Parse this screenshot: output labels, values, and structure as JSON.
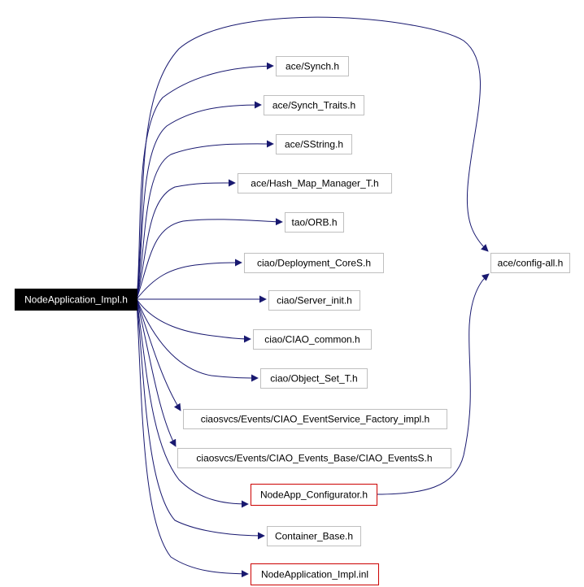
{
  "diagram": {
    "root": {
      "id": "root",
      "label": "NodeApplication_Impl.h",
      "style": "root"
    },
    "nodes": [
      {
        "id": "n1",
        "label": "ace/Synch.h",
        "style": "plain"
      },
      {
        "id": "n2",
        "label": "ace/Synch_Traits.h",
        "style": "plain"
      },
      {
        "id": "n3",
        "label": "ace/SString.h",
        "style": "plain"
      },
      {
        "id": "n4",
        "label": "ace/Hash_Map_Manager_T.h",
        "style": "plain"
      },
      {
        "id": "n5",
        "label": "tao/ORB.h",
        "style": "plain"
      },
      {
        "id": "n6",
        "label": "ciao/Deployment_CoreS.h",
        "style": "plain"
      },
      {
        "id": "n7",
        "label": "ciao/Server_init.h",
        "style": "plain"
      },
      {
        "id": "n8",
        "label": "ciao/CIAO_common.h",
        "style": "plain"
      },
      {
        "id": "n9",
        "label": "ciao/Object_Set_T.h",
        "style": "plain"
      },
      {
        "id": "n10",
        "label": "ciaosvcs/Events/CIAO_EventService_Factory_impl.h",
        "style": "plain"
      },
      {
        "id": "n11",
        "label": "ciaosvcs/Events/CIAO_Events_Base/CIAO_EventsS.h",
        "style": "plain"
      },
      {
        "id": "n12",
        "label": "NodeApp_Configurator.h",
        "style": "linked"
      },
      {
        "id": "n13",
        "label": "Container_Base.h",
        "style": "plain"
      },
      {
        "id": "n14",
        "label": "NodeApplication_Impl.inl",
        "style": "linked"
      },
      {
        "id": "n15",
        "label": "ace/config-all.h",
        "style": "plain"
      }
    ],
    "edges": [
      {
        "from": "root",
        "to": "n1"
      },
      {
        "from": "root",
        "to": "n2"
      },
      {
        "from": "root",
        "to": "n3"
      },
      {
        "from": "root",
        "to": "n4"
      },
      {
        "from": "root",
        "to": "n5"
      },
      {
        "from": "root",
        "to": "n6"
      },
      {
        "from": "root",
        "to": "n7"
      },
      {
        "from": "root",
        "to": "n8"
      },
      {
        "from": "root",
        "to": "n9"
      },
      {
        "from": "root",
        "to": "n10"
      },
      {
        "from": "root",
        "to": "n11"
      },
      {
        "from": "root",
        "to": "n12"
      },
      {
        "from": "root",
        "to": "n13"
      },
      {
        "from": "root",
        "to": "n14"
      },
      {
        "from": "root",
        "to": "n15"
      },
      {
        "from": "n12",
        "to": "n15"
      }
    ],
    "colors": {
      "edge": "#191970",
      "plain_border": "#bfbfbf",
      "linked_border": "#cc0000",
      "root_fill": "#000000",
      "root_text": "#ffffff",
      "text": "#000000"
    }
  }
}
